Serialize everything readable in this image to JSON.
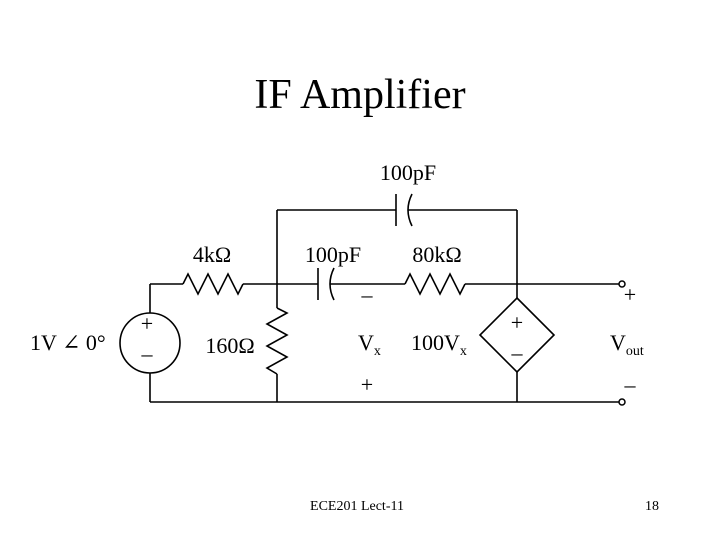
{
  "slide": {
    "title": "IF Amplifier",
    "footer": "ECE201 Lect-11",
    "page_number": "18"
  },
  "circuit": {
    "source_label": "1V ∠ 0°",
    "source_plus": "+",
    "source_minus": "–",
    "r1_label": "4kΩ",
    "r2_label": "160Ω",
    "c1_label": "100pF",
    "c2_label": "100pF",
    "r3_label": "80kΩ",
    "vx_main": "V",
    "vx_sub": "x",
    "vx_plus": "+",
    "vx_minus": "–",
    "dep_main": "100V",
    "dep_sub": "x",
    "dep_plus": "+",
    "dep_minus": "–",
    "out_main": "V",
    "out_sub": "out",
    "out_plus": "+",
    "out_minus": "–"
  }
}
